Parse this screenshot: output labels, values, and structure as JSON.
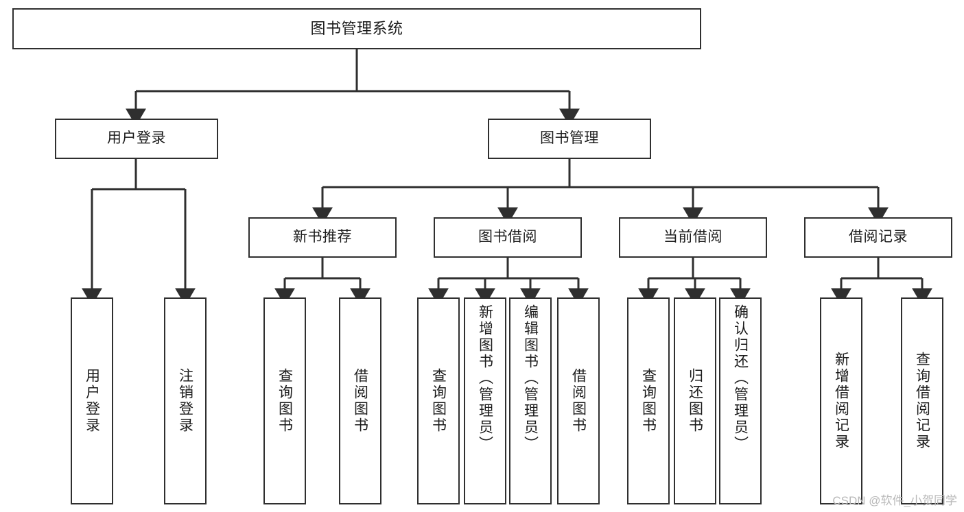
{
  "diagram": {
    "title": "图书管理系统",
    "watermark": "CSDN @软件_小贺同学",
    "line_color": "#2f2f2f",
    "box_fill": "#ffffff",
    "text_color": "#1b1b1b",
    "nodes": {
      "root": {
        "label": "图书管理系统"
      },
      "level2": [
        {
          "id": "user-login",
          "label": "用户登录"
        },
        {
          "id": "book-management",
          "label": "图书管理"
        }
      ],
      "level3": [
        {
          "id": "new-book-recommend",
          "label": "新书推荐"
        },
        {
          "id": "book-borrow",
          "label": "图书借阅"
        },
        {
          "id": "current-borrow",
          "label": "当前借阅"
        },
        {
          "id": "borrow-record",
          "label": "借阅记录"
        }
      ],
      "leaves": {
        "user-login": [
          {
            "id": "leaf-user-login",
            "label": "用户登录"
          },
          {
            "id": "leaf-user-logout",
            "label": "注销登录"
          }
        ],
        "new-book-recommend": [
          {
            "id": "leaf-query-book-1",
            "label": "查询图书"
          },
          {
            "id": "leaf-borrow-book-1",
            "label": "借阅图书"
          }
        ],
        "book-borrow": [
          {
            "id": "leaf-query-book-2",
            "label": "查询图书"
          },
          {
            "id": "leaf-add-book",
            "label": "新增图书（管理员）"
          },
          {
            "id": "leaf-edit-book",
            "label": "编辑图书（管理员）"
          },
          {
            "id": "leaf-borrow-book-2",
            "label": "借阅图书"
          }
        ],
        "current-borrow": [
          {
            "id": "leaf-query-book-3",
            "label": "查询图书"
          },
          {
            "id": "leaf-return-book",
            "label": "归还图书"
          },
          {
            "id": "leaf-confirm-return",
            "label": "确认归还（管理员）"
          }
        ],
        "borrow-record": [
          {
            "id": "leaf-add-record",
            "label": "新增借阅记录"
          },
          {
            "id": "leaf-query-record",
            "label": "查询借阅记录"
          }
        ]
      }
    }
  }
}
